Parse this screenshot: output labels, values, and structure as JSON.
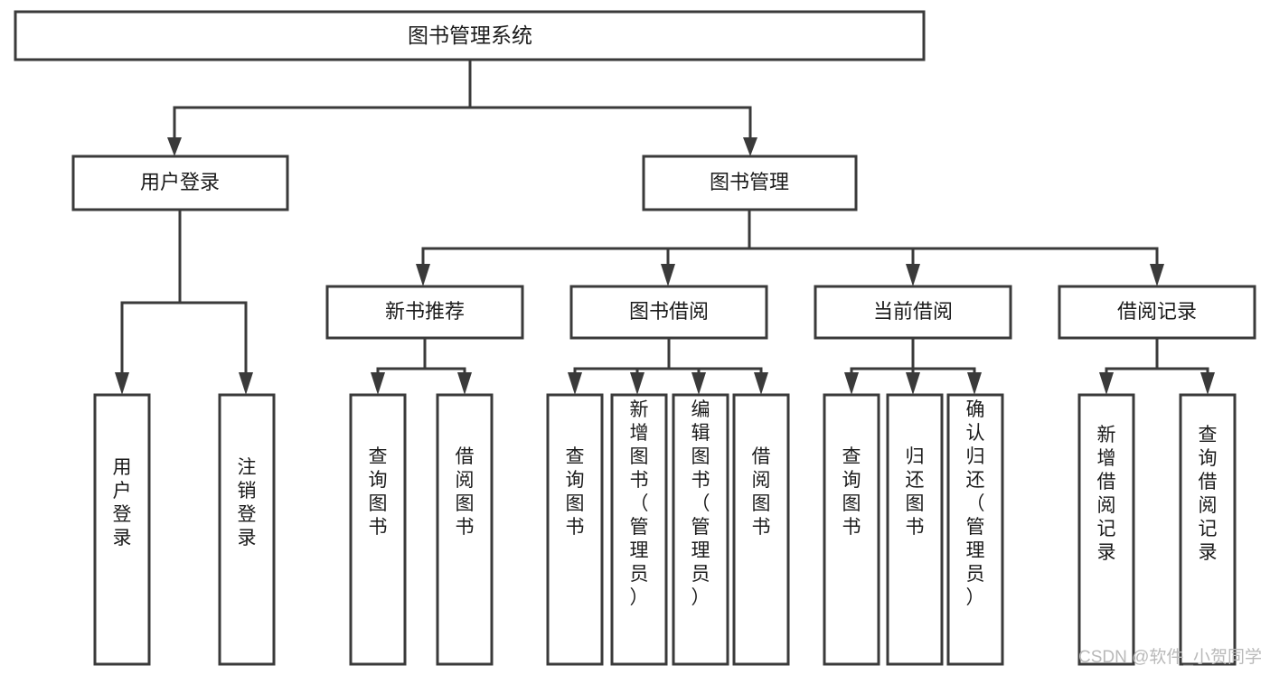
{
  "diagram": {
    "title": "图书管理系统",
    "type": "tree-hierarchy-chart",
    "watermark": "CSDN @软件_小贺同学",
    "colors": {
      "box_stroke": "#3a3a3a",
      "box_fill": "#ffffff",
      "text": "#1b1b1b",
      "connector": "#3a3a3a",
      "watermark": "#b9b9b9",
      "background": "#ffffff"
    },
    "root": {
      "label": "图书管理系统"
    },
    "level2": [
      {
        "label": "用户登录"
      },
      {
        "label": "图书管理"
      }
    ],
    "level3": [
      {
        "label": "新书推荐"
      },
      {
        "label": "图书借阅"
      },
      {
        "label": "当前借阅"
      },
      {
        "label": "借阅记录"
      }
    ],
    "leaves": {
      "user_login": [
        {
          "label": "用户登录"
        },
        {
          "label": "注销登录"
        }
      ],
      "new_book": [
        {
          "label": "查询图书"
        },
        {
          "label": "借阅图书"
        }
      ],
      "book_borrow": [
        {
          "label": "查询图书"
        },
        {
          "label": "新增图书（管理员）"
        },
        {
          "label": "编辑图书（管理员）"
        },
        {
          "label": "借阅图书"
        }
      ],
      "current_borrow": [
        {
          "label": "查询图书"
        },
        {
          "label": "归还图书"
        },
        {
          "label": "确认归还（管理员）"
        }
      ],
      "borrow_record": [
        {
          "label": "新增借阅记录"
        },
        {
          "label": "查询借阅记录"
        }
      ]
    }
  }
}
